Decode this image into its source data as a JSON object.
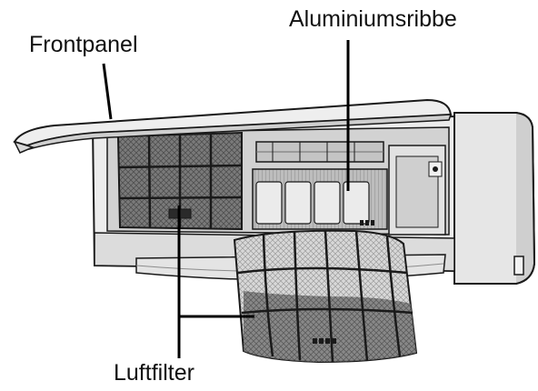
{
  "labels": {
    "front_panel": "Frontpanel",
    "aluminium_fin": "Aluminiumsribbe",
    "air_filter": "Luftfilter"
  },
  "colors": {
    "outline": "#1a1a1a",
    "body_light": "#ebebeb",
    "body_mid": "#d4d4d4",
    "body_dark": "#9a9a9a",
    "filter_mesh": "#6f6f6f",
    "filter_light": "#c9c9c9",
    "leader_line": "#000000"
  }
}
